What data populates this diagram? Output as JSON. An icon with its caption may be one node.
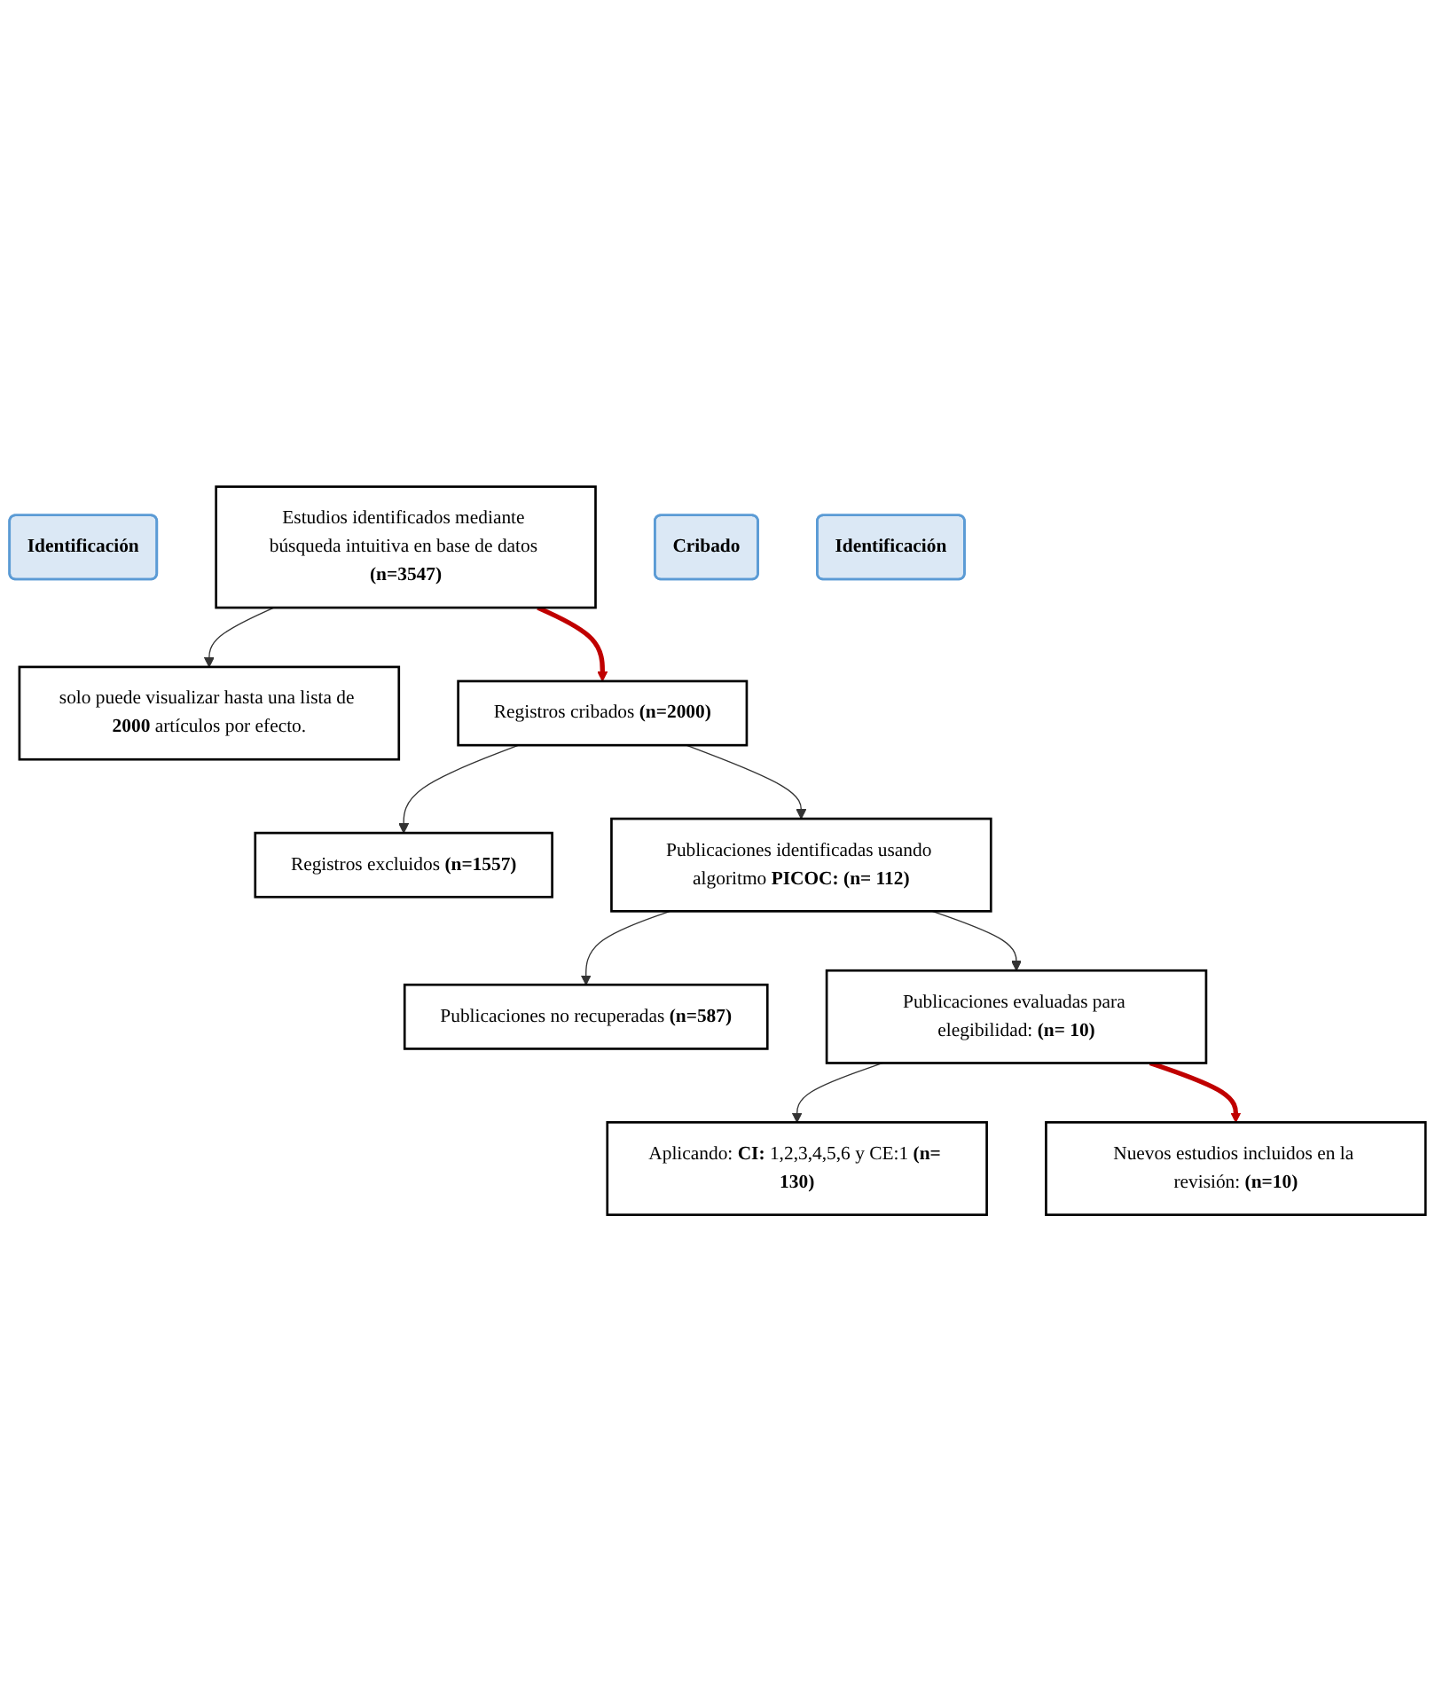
{
  "diagram": {
    "nodes": [
      {
        "text": [
          "Identificación"
        ]
      },
      {
        "text": [
          "Estudios identificados mediante búsqueda intuitiva en base de datos **(n=3547)**"
        ]
      },
      {
        "text": [
          "solo puede visualizar hasta una lista de **2000** artículos por efecto."
        ]
      },
      {
        "text": [
          "Cribado"
        ]
      },
      {
        "text": [
          "Registros cribados **(n=2000)**"
        ]
      },
      {
        "text": [
          "Registros excluidos **(n=1557)**"
        ]
      },
      {
        "text": [
          "Publicaciones identificadas usando algoritmo **PICOC: (n= 112)**"
        ]
      },
      {
        "text": [
          "Publicaciones no recuperadas **(n=587)**"
        ]
      },
      {
        "text": [
          "Publicaciones evaluadas para elegibilidad: **(n= 10)**"
        ]
      },
      {
        "text": [
          "Aplicando: **CI:** 1,2,3,4,5,6 y CE:1 **(n= 130)**"
        ]
      },
      {
        "text": [
          "Identificación"
        ]
      },
      {
        "text": [
          "Nuevos estudios incluidos en la revisión: **(n=10)**"
        ]
      }
    ],
    "edges": [
      {
        "from": 1,
        "to": 2,
        "arrow": "to"
      },
      {
        "from": 1,
        "to": 4,
        "arrow": "to",
        "style": "thick",
        "color": "#c00000"
      },
      {
        "from": 4,
        "to": 5,
        "arrow": "to"
      },
      {
        "from": 4,
        "to": 6,
        "arrow": "to"
      },
      {
        "from": 6,
        "to": 7,
        "arrow": "to"
      },
      {
        "from": 6,
        "to": 8,
        "arrow": "to"
      },
      {
        "from": 8,
        "to": 9,
        "arrow": "to"
      },
      {
        "from": 8,
        "to": 11,
        "arrow": "to",
        "style": "thick",
        "color": "#c00000"
      }
    ]
  }
}
